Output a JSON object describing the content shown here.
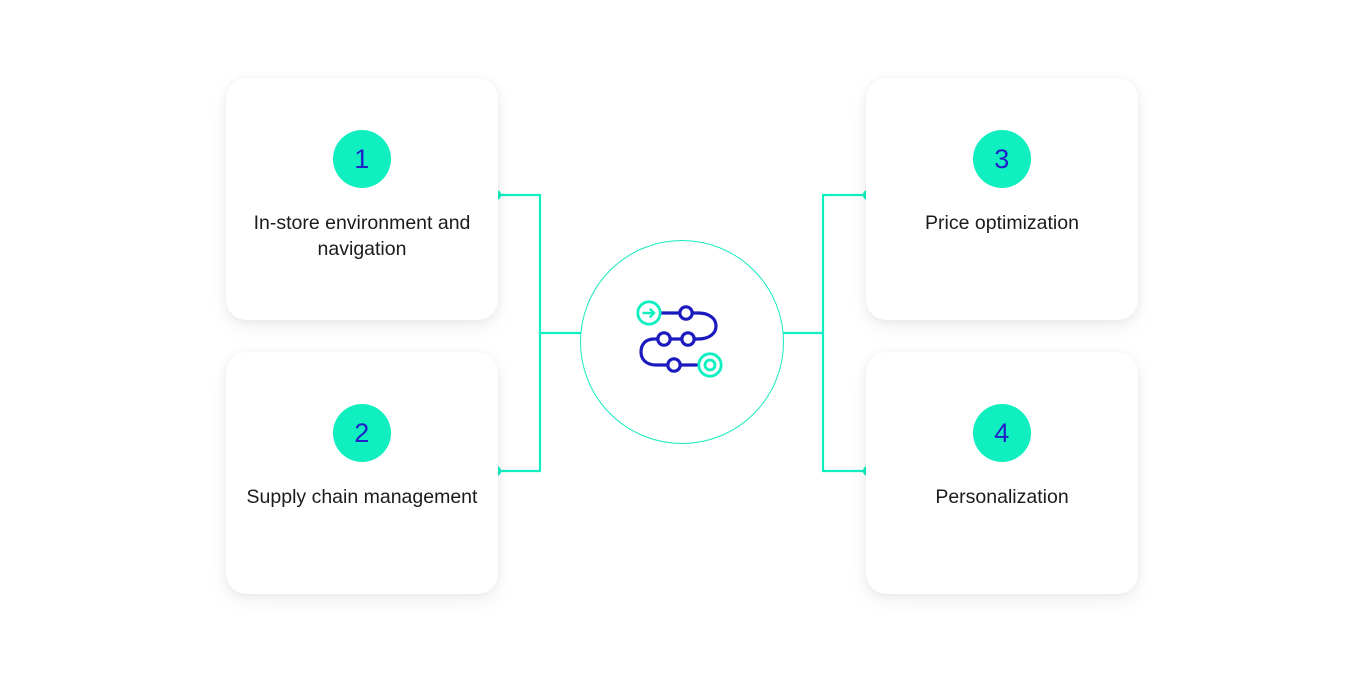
{
  "diagram": {
    "title": "Four focus areas around a central journey hub",
    "background_color": "#ffffff",
    "accent_green": "#10EFC0",
    "accent_blue": "#2020C8",
    "text_color": "#1b1b1f"
  },
  "center": {
    "icon_name": "journey-path-icon",
    "circle_color": "#16EBBE",
    "start_node": "arrow-in-circle",
    "end_node": "target-circle",
    "waypoint_count": 4
  },
  "cards": [
    {
      "number": "1",
      "label": "In-store environment and navigation",
      "side": "left",
      "row": "top"
    },
    {
      "number": "2",
      "label": "Supply chain management",
      "side": "left",
      "row": "bottom"
    },
    {
      "number": "3",
      "label": "Price optimization",
      "side": "right",
      "row": "top"
    },
    {
      "number": "4",
      "label": "Personalization",
      "side": "right",
      "row": "bottom"
    }
  ],
  "connectors": {
    "line_color": "#10EFC0",
    "dot_color": "#10EFC0",
    "dot_count": 4
  }
}
